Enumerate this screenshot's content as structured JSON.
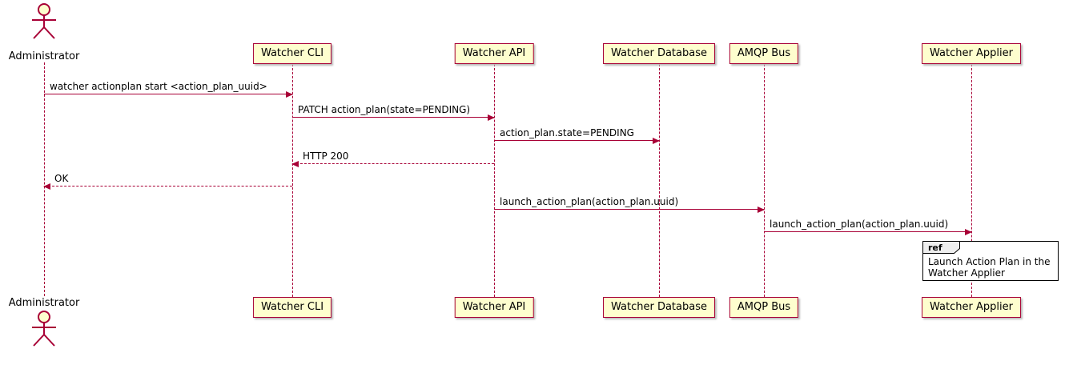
{
  "diagram": {
    "type": "sequence",
    "actor": {
      "label": "Administrator"
    },
    "participants": [
      {
        "label": "Watcher CLI"
      },
      {
        "label": "Watcher API"
      },
      {
        "label": "Watcher Database"
      },
      {
        "label": "AMQP Bus"
      },
      {
        "label": "Watcher Applier"
      }
    ],
    "messages": [
      {
        "from": "Administrator",
        "to": "Watcher CLI",
        "label": "watcher actionplan start <action_plan_uuid>",
        "line": "solid",
        "direction": "right"
      },
      {
        "from": "Watcher CLI",
        "to": "Watcher API",
        "label": "PATCH action_plan(state=PENDING)",
        "line": "solid",
        "direction": "right"
      },
      {
        "from": "Watcher API",
        "to": "Watcher Database",
        "label": "action_plan.state=PENDING",
        "line": "solid",
        "direction": "right"
      },
      {
        "from": "Watcher API",
        "to": "Watcher CLI",
        "label": "HTTP 200",
        "line": "dashed",
        "direction": "left"
      },
      {
        "from": "Watcher CLI",
        "to": "Administrator",
        "label": "OK",
        "line": "dashed",
        "direction": "left"
      },
      {
        "from": "Watcher API",
        "to": "AMQP Bus",
        "label": "launch_action_plan(action_plan.uuid)",
        "line": "solid",
        "direction": "right"
      },
      {
        "from": "AMQP Bus",
        "to": "Watcher Applier",
        "label": "launch_action_plan(action_plan.uuid)",
        "line": "solid",
        "direction": "right"
      }
    ],
    "ref": {
      "keyword": "ref",
      "line1": "Launch Action Plan in the",
      "line2": "Watcher Applier"
    },
    "colors": {
      "box_fill": "#FEFECE",
      "border": "#A80036",
      "text": "#000000",
      "ref_border": "#000000",
      "ref_tab_fill": "#EEEEEE"
    }
  }
}
